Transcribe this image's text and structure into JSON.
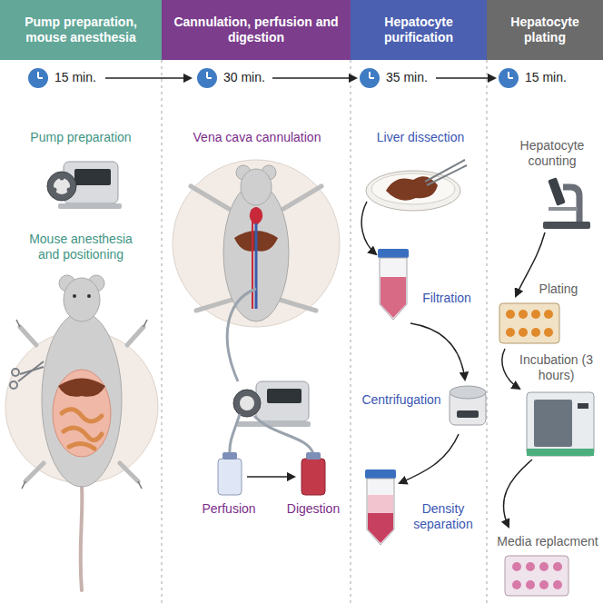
{
  "diagram": {
    "nodes": [
      {
        "text": [
          "Pump preparation, mouse anesthesia"
        ]
      },
      {
        "text": [
          "Cannulation, perfusion and digestion"
        ]
      },
      {
        "text": [
          "Hepatocyte purification"
        ]
      },
      {
        "text": [
          "Hepatocyte plating"
        ]
      }
    ],
    "labels": [
      "15 min.",
      "30 min.",
      "35 min.",
      "15 min.",
      "Pump preparation",
      "Mouse anesthesia and positioning",
      "Vena cava cannulation",
      "Perfusion",
      "Digestion",
      "Liver dissection",
      "Filtration",
      "Centrifugation",
      "Density separation",
      "Hepatocyte counting",
      "Plating",
      "Incubation (3 hours)",
      "Media replacment"
    ]
  }
}
